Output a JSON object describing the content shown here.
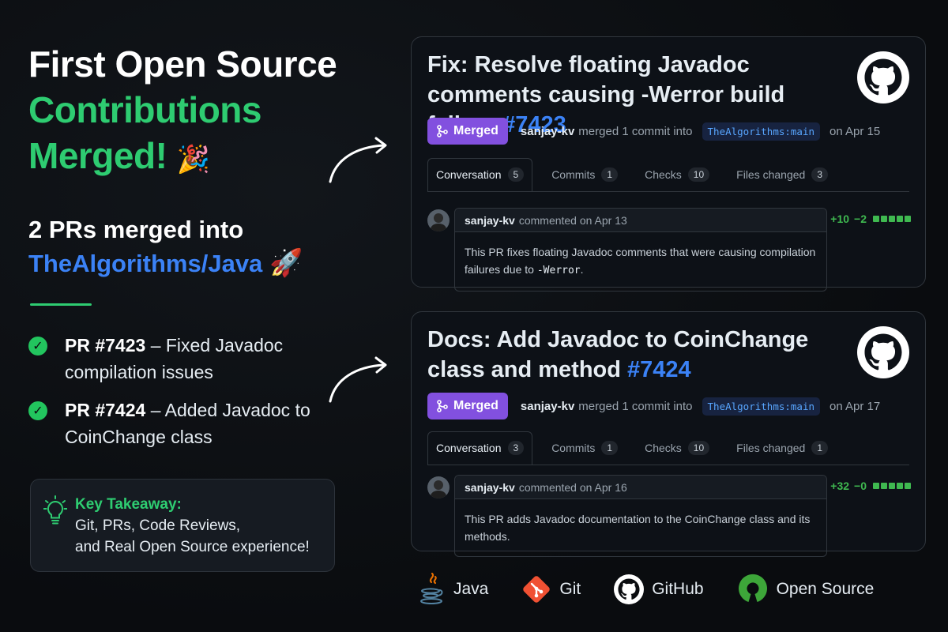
{
  "headline": {
    "line1": "First Open Source",
    "line2": "Contributions",
    "line3": "Merged!",
    "emoji": "🎉"
  },
  "subhead": {
    "text": "2 PRs merged into",
    "repo": "TheAlgorithms/Java",
    "emoji": "🚀"
  },
  "bullets": [
    {
      "pr": "PR #7423",
      "text": " – Fixed Javadoc compilation issues"
    },
    {
      "pr": "PR #7424",
      "text": " – Added Javadoc to CoinChange class"
    }
  ],
  "takeaway": {
    "title": "Key Takeaway:",
    "line1": "Git, PRs, Code Reviews,",
    "line2": "and Real Open Source experience!"
  },
  "prs": [
    {
      "title": "Fix: Resolve floating Javadoc comments causing -Werror build failure",
      "number": "#7423",
      "badge": "Merged",
      "author": "sanjay-kv",
      "action": "merged 1 commit into",
      "branch": "TheAlgorithms:main",
      "date": "on Apr 15",
      "tabs": [
        {
          "label": "Conversation",
          "count": "5"
        },
        {
          "label": "Commits",
          "count": "1"
        },
        {
          "label": "Checks",
          "count": "10"
        },
        {
          "label": "Files changed",
          "count": "3"
        }
      ],
      "comment": {
        "author": "sanjay-kv",
        "meta": "commented on Apr 13",
        "body_pre": "This PR fixes floating Javadoc comments that were causing compilation failures due to ",
        "body_code": "-Werror",
        "body_post": "."
      },
      "diff": {
        "additions": "+10",
        "deletions": "−2"
      }
    },
    {
      "title": "Docs: Add Javadoc to CoinChange class and method",
      "number": "#7424",
      "badge": "Merged",
      "author": "sanjay-kv",
      "action": "merged 1 commit into",
      "branch": "TheAlgorithms:main",
      "date": "on Apr 17",
      "tabs": [
        {
          "label": "Conversation",
          "count": "3"
        },
        {
          "label": "Commits",
          "count": "1"
        },
        {
          "label": "Checks",
          "count": "10"
        },
        {
          "label": "Files changed",
          "count": "1"
        }
      ],
      "comment": {
        "author": "sanjay-kv",
        "meta": "commented on Apr 16",
        "body_pre": "This PR adds Javadoc documentation to the ",
        "body_code": "CoinChange",
        "body_post": " class and its methods."
      },
      "diff": {
        "additions": "+32",
        "deletions": "−0"
      }
    }
  ],
  "techs": [
    {
      "label": "Java",
      "icon": "java-icon"
    },
    {
      "label": "Git",
      "icon": "git-icon"
    },
    {
      "label": "GitHub",
      "icon": "github-icon"
    },
    {
      "label": "Open Source",
      "icon": "open-source-icon"
    }
  ],
  "colors": {
    "accent_green": "#2ecc71",
    "accent_blue": "#3b82f6",
    "merged_purple": "#8250df",
    "background": "#0b0d10"
  }
}
